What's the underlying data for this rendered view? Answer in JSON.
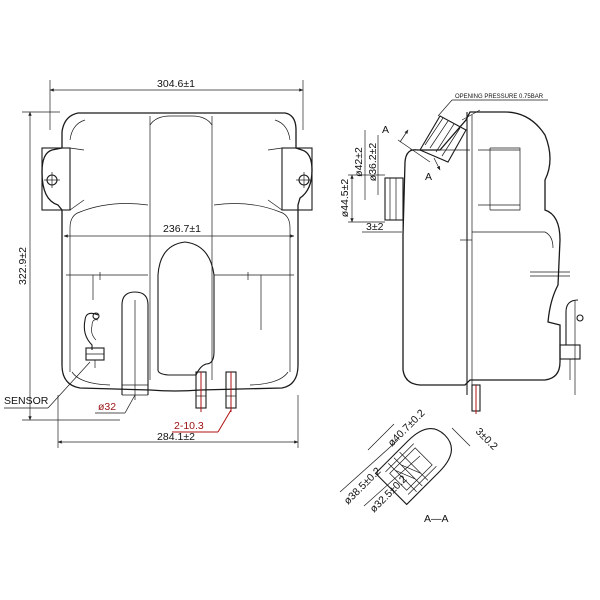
{
  "front_view": {
    "dim_top_width": "304.6±1",
    "dim_inner_width": "236.7±1",
    "dim_height": "322.9±2",
    "dim_bottom_width": "284.1±2",
    "dim_outlet_dia": "ø32",
    "dim_small_outlets": "2-10.3",
    "sensor_label": "SENSOR"
  },
  "side_view": {
    "opening_pressure": "OPENING PRESSURE 0.75BAR",
    "dim_cap_outer": "ø42±2",
    "dim_cap_inner": "ø36.2±2",
    "dim_neck": "ø44.5±2",
    "dim_offset": "3±2",
    "section_mark_top": "A",
    "section_mark_bottom": "A"
  },
  "section_view": {
    "dim_a": "ø40.7±0.2",
    "dim_b": "ø38.5±0.2",
    "dim_c": "ø32.5±0.2",
    "dim_d": "3±0.2",
    "title": "A—A"
  }
}
